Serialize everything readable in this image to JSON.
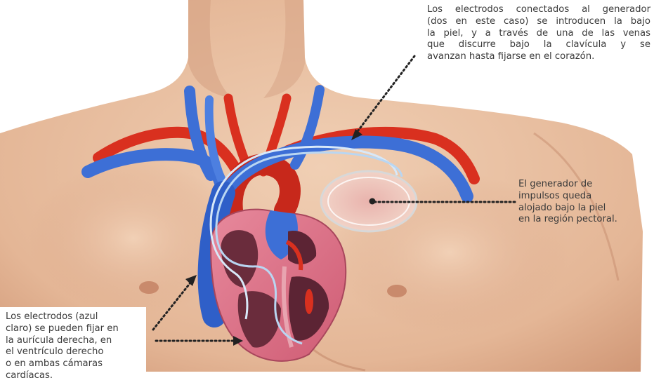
{
  "annotations": {
    "top_right": {
      "lines": [
        "Los electrodos conectados al generador",
        "(dos en este caso) se introducen la bajo",
        "la piel, y a través de una de las venas",
        "que discurre bajo la clavícula y se",
        "avanzan hasta fijarse en el corazón."
      ]
    },
    "right": {
      "lines": [
        "El generador de",
        "impulsos queda",
        "alojado bajo la piel",
        "en la región pectoral."
      ]
    },
    "bottom_left": {
      "lines": [
        "Los electrodos (azul",
        "claro) se pueden fijar en",
        "la aurícula derecha, en",
        "el ventrículo derecho",
        "o en ambas cámaras",
        "cardíacas."
      ]
    }
  },
  "colors": {
    "skin": "#e9c3a6",
    "skin_shadow": "#c98f6e",
    "artery_red": "#d9301f",
    "vein_blue": "#3d6fd6",
    "lead_light_blue": "#b9d6f2",
    "heart_pink": "#e2798e",
    "pointer": "#222222"
  }
}
